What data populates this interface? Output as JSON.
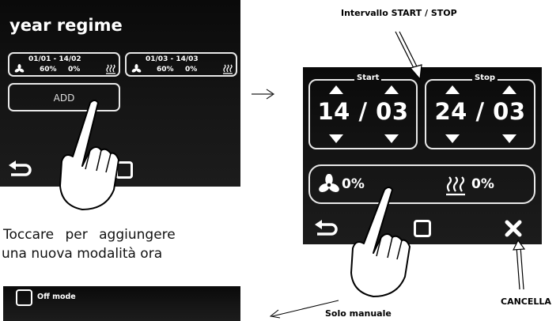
{
  "screen1": {
    "title": "year regime",
    "entries": [
      {
        "range": "01/01 - 14/02",
        "fan": "60%",
        "heat": "0%"
      },
      {
        "range": "01/03 - 14/03",
        "fan": "60%",
        "heat": "0%"
      }
    ],
    "add_label": "ADD"
  },
  "screen1_caption": {
    "line1": "Toccare per aggiungere",
    "line2": "una nuova modalità ora"
  },
  "screen2": {
    "start_label": "Start",
    "stop_label": "Stop",
    "start_value": "14 / 03",
    "stop_value": "24 / 03",
    "fan_value": "0%",
    "heat_value": "0%"
  },
  "annotations": {
    "intervallo": "Intervallo START / STOP",
    "cancella": "CANCELLA",
    "solo_manuale": "Solo manuale"
  },
  "screen3": {
    "off_mode_label": "Off mode"
  }
}
